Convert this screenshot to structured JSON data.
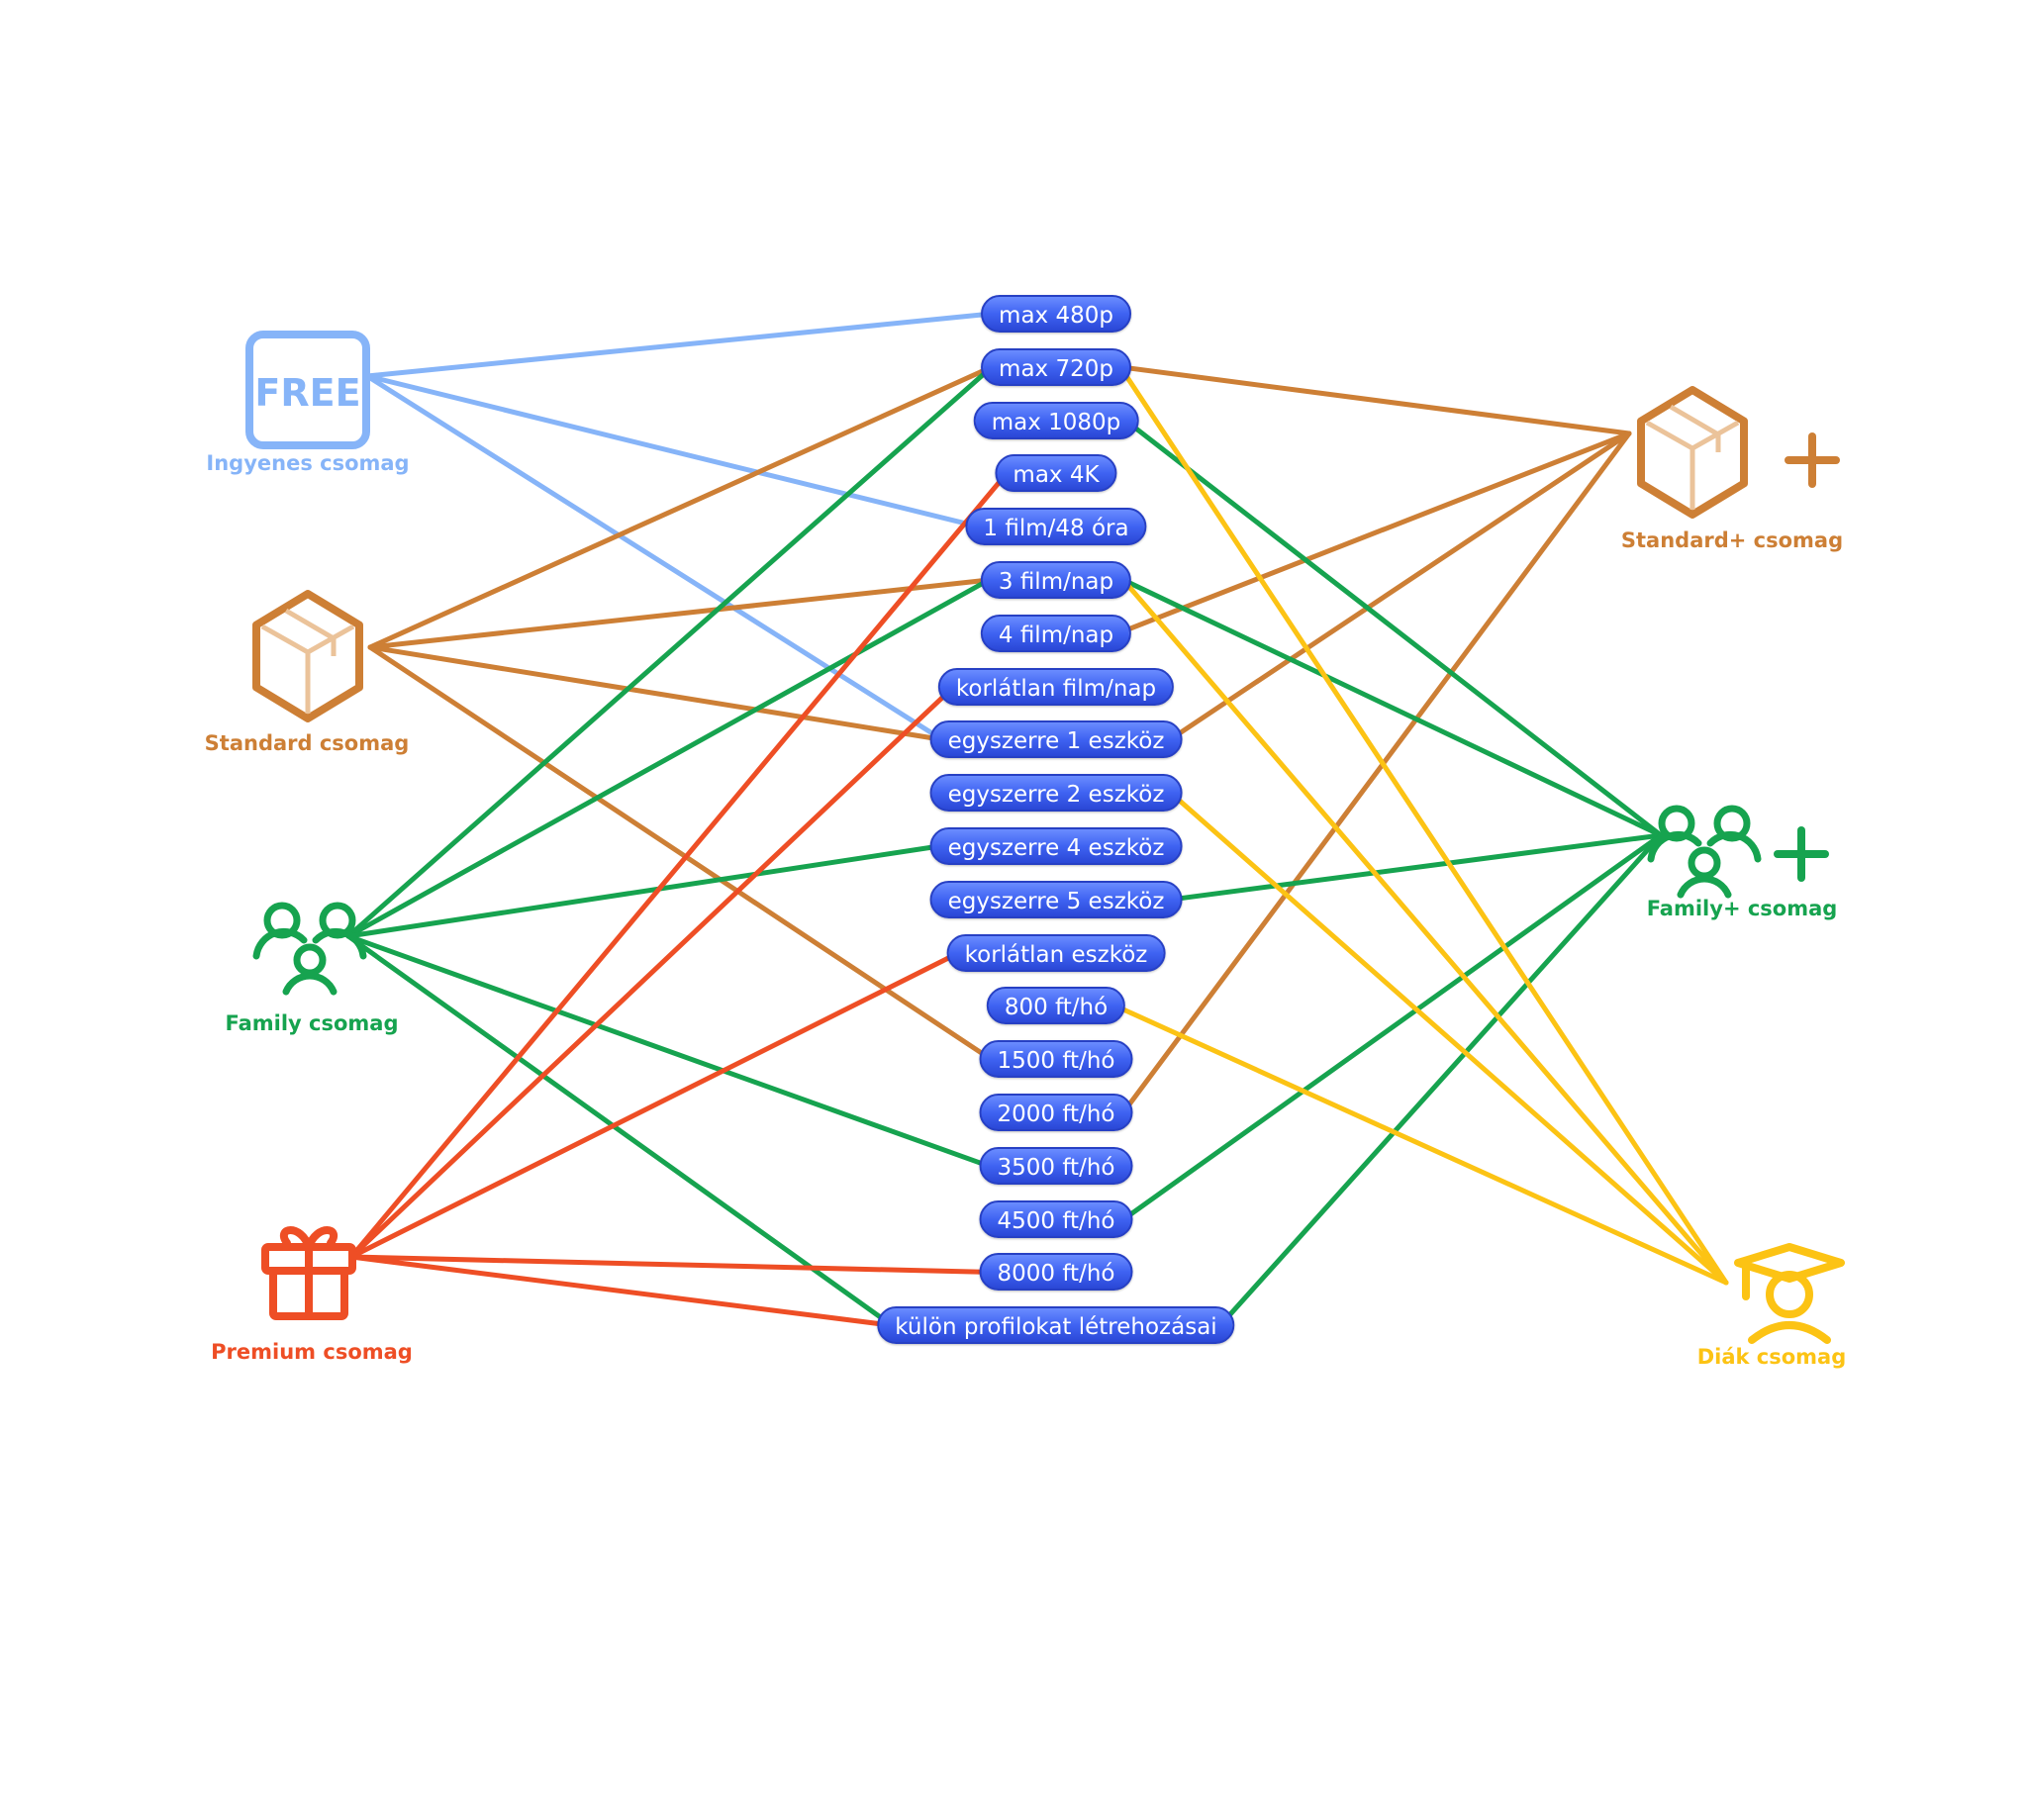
{
  "colors": {
    "free": "#86b4f8",
    "standard": "#cd7f35",
    "family": "#16a34f",
    "premium": "#ee4e25",
    "student": "#fcc314",
    "pill": "#3f63f2"
  },
  "features": [
    {
      "id": "f480",
      "label": "max 480p"
    },
    {
      "id": "f720",
      "label": "max 720p"
    },
    {
      "id": "f1080",
      "label": "max 1080p"
    },
    {
      "id": "f4k",
      "label": "max 4K"
    },
    {
      "id": "f1film48",
      "label": "1 film/48 óra"
    },
    {
      "id": "f3film",
      "label": "3 film/nap"
    },
    {
      "id": "f4film",
      "label": "4 film/nap"
    },
    {
      "id": "funlfilm",
      "label": "korlátlan film/nap"
    },
    {
      "id": "fdev1",
      "label": "egyszerre 1 eszköz"
    },
    {
      "id": "fdev2",
      "label": "egyszerre 2 eszköz"
    },
    {
      "id": "fdev4",
      "label": "egyszerre 4 eszköz"
    },
    {
      "id": "fdev5",
      "label": "egyszerre 5 eszköz"
    },
    {
      "id": "fdevunl",
      "label": "korlátlan eszköz"
    },
    {
      "id": "p800",
      "label": "800 ft/hó"
    },
    {
      "id": "p1500",
      "label": "1500 ft/hó"
    },
    {
      "id": "p2000",
      "label": "2000 ft/hó"
    },
    {
      "id": "p3500",
      "label": "3500 ft/hó"
    },
    {
      "id": "p4500",
      "label": "4500 ft/hó"
    },
    {
      "id": "p8000",
      "label": "8000 ft/hó"
    },
    {
      "id": "fprofiles",
      "label": "külön profilokat létrehozásai"
    }
  ],
  "plans": [
    {
      "id": "free",
      "label": "Ingyenes csomag",
      "icon": "free-badge-icon",
      "side": "left",
      "color": "#86b4f8",
      "badge_text": "FREE"
    },
    {
      "id": "standard",
      "label": "Standard csomag",
      "icon": "box-icon",
      "side": "left",
      "color": "#cd7f35"
    },
    {
      "id": "family",
      "label": "Family csomag",
      "icon": "people-icon",
      "side": "left",
      "color": "#16a34f"
    },
    {
      "id": "premium",
      "label": "Premium csomag",
      "icon": "gift-icon",
      "side": "left",
      "color": "#ee4e25"
    },
    {
      "id": "standardplus",
      "label": "Standard+ csomag",
      "icon": "box-plus-icon",
      "side": "right",
      "color": "#cd7f35"
    },
    {
      "id": "familyplus",
      "label": "Family+ csomag",
      "icon": "people-plus-icon",
      "side": "right",
      "color": "#16a34f"
    },
    {
      "id": "student",
      "label": "Diák csomag",
      "icon": "graduate-icon",
      "side": "right",
      "color": "#fcc314"
    }
  ],
  "edges": [
    {
      "from": "free",
      "to": "f480"
    },
    {
      "from": "free",
      "to": "f1film48"
    },
    {
      "from": "free",
      "to": "fdev1"
    },
    {
      "from": "standard",
      "to": "f720"
    },
    {
      "from": "standard",
      "to": "f3film"
    },
    {
      "from": "standard",
      "to": "fdev1"
    },
    {
      "from": "standard",
      "to": "p1500"
    },
    {
      "from": "family",
      "to": "f720"
    },
    {
      "from": "family",
      "to": "f3film"
    },
    {
      "from": "family",
      "to": "fdev4"
    },
    {
      "from": "family",
      "to": "p3500"
    },
    {
      "from": "family",
      "to": "fprofiles"
    },
    {
      "from": "premium",
      "to": "f4k"
    },
    {
      "from": "premium",
      "to": "funlfilm"
    },
    {
      "from": "premium",
      "to": "fdevunl"
    },
    {
      "from": "premium",
      "to": "p8000"
    },
    {
      "from": "premium",
      "to": "fprofiles"
    },
    {
      "from": "standardplus",
      "to": "f720"
    },
    {
      "from": "standardplus",
      "to": "f4film"
    },
    {
      "from": "standardplus",
      "to": "fdev1"
    },
    {
      "from": "standardplus",
      "to": "p2000"
    },
    {
      "from": "familyplus",
      "to": "f1080"
    },
    {
      "from": "familyplus",
      "to": "f3film"
    },
    {
      "from": "familyplus",
      "to": "fdev5"
    },
    {
      "from": "familyplus",
      "to": "p4500"
    },
    {
      "from": "familyplus",
      "to": "fprofiles"
    },
    {
      "from": "student",
      "to": "f720"
    },
    {
      "from": "student",
      "to": "f3film"
    },
    {
      "from": "student",
      "to": "fdev2"
    },
    {
      "from": "student",
      "to": "p800"
    }
  ]
}
